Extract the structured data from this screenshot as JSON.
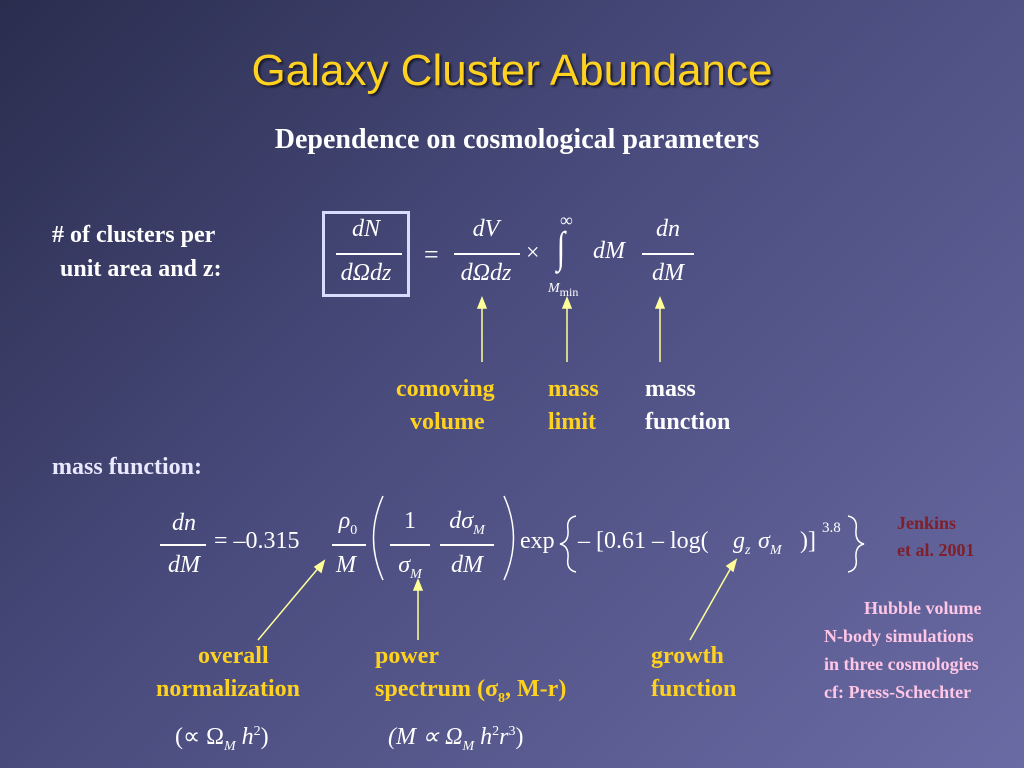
{
  "slide": {
    "title": "Galaxy Cluster Abundance",
    "subtitle": "Dependence on cosmological parameters",
    "lhs_label_line1": "# of clusters per",
    "lhs_label_line2": "unit area and z:",
    "mass_function_label": "mass function:",
    "eq1": {
      "lhs_num": "dN",
      "lhs_den": "dΩdz",
      "equals": "=",
      "vol_num": "dV",
      "vol_den": "dΩdz",
      "times": "×",
      "int_upper": "∞",
      "int_sign": "∫",
      "int_lower": "M",
      "int_lower_sub": "min",
      "dM": "dM",
      "mf_num": "dn",
      "mf_den": "dM"
    },
    "eq1_labels": {
      "comoving_1": "comoving",
      "comoving_2": "volume",
      "mass_1": "mass",
      "mass_2": "limit",
      "function_1": "mass",
      "function_2": "function"
    },
    "eq2": {
      "lhs_num": "dn",
      "lhs_den": "dM",
      "equals_coef": "= –0.315",
      "rho_num": "ρ",
      "rho_sub": "0",
      "rho_den": "M",
      "one": "1",
      "sigma_den": "σ",
      "sigma_den_sub": "M",
      "dsigma_num": "dσ",
      "dsigma_sub": "M",
      "dsigma_den": "dM",
      "exp": "exp",
      "inner": "– [0.61 – log(",
      "g": "g",
      "g_sub": "z",
      "sigmaM": "σ",
      "sigmaM_sub": "M",
      "close": ")]",
      "power": "3.8"
    },
    "citation_1": "Jenkins",
    "citation_2": "et al. 2001",
    "notes": [
      "Hubble volume",
      "N-body simulations",
      "in three cosmologies",
      "cf: Press-Schechter"
    ],
    "eq2_labels": {
      "overall_1": "overall",
      "overall_2": "normalization",
      "power_1": "power",
      "power_2_pre": "spectrum (",
      "power_2_sigma": "σ",
      "power_2_sub": "8",
      "power_2_post": ", M-r)",
      "growth_1": "growth",
      "growth_2": "function"
    },
    "prop1": {
      "open": "(∝ Ω",
      "sub": "M",
      "h": " h",
      "sup": "2",
      "close": ")"
    },
    "prop2": {
      "open": "(M ∝ Ω",
      "sub": "M",
      "h": " h",
      "sup": "2",
      "r": "r",
      "rsup": "3",
      "close": ")"
    },
    "colors": {
      "title": "#ffd21f",
      "arrow": "#ffff99",
      "label_yellow": "#ffd21f",
      "notes": "#ffc6e6"
    }
  }
}
